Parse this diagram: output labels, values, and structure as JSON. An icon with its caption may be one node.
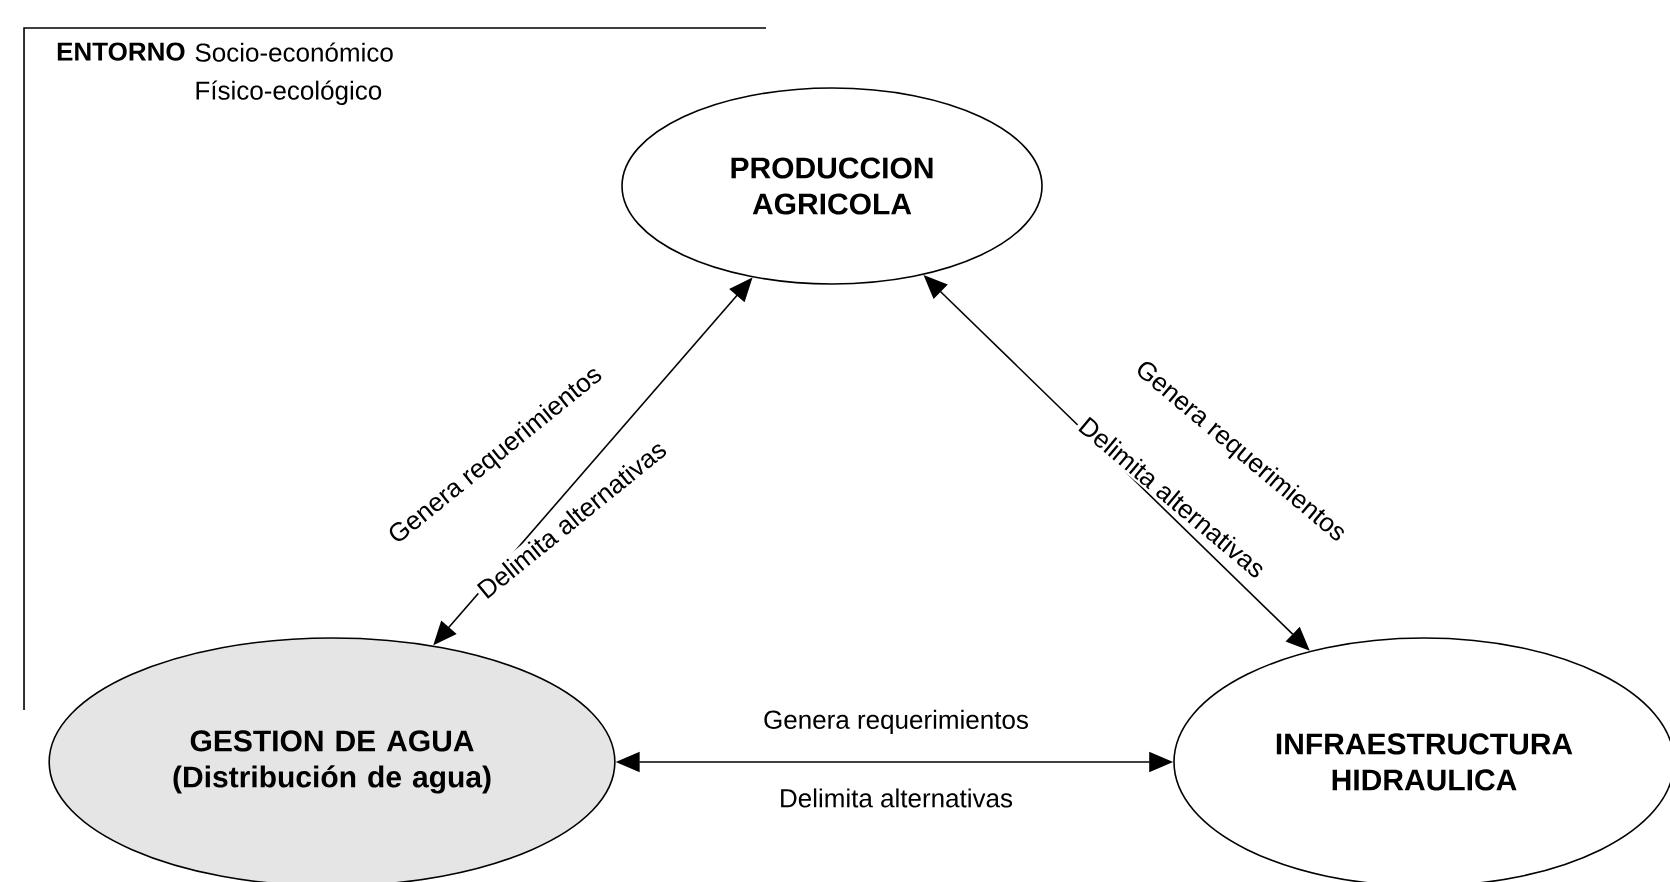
{
  "diagram": {
    "nodes": [
      {
        "text": [
          "PRODUCCION AGRICOLA"
        ]
      },
      {
        "text": [
          "GESTION DE AGUA",
          "(Distribución de agua)"
        ]
      },
      {
        "text": [
          "INFRAESTRUCTURA HIDRAULICA"
        ]
      }
    ],
    "edges": [
      {
        "from": 1,
        "to": 0,
        "arrow": "both",
        "label": "Genera requerimientos"
      },
      {
        "from": 0,
        "to": 2,
        "arrow": "both",
        "label": "Genera requerimientos"
      },
      {
        "from": 1,
        "to": 2,
        "arrow": "both",
        "label": "Genera requerimientos"
      }
    ],
    "labels": [
      "ENTORNO",
      "Socio-económico",
      "Físico-ecológico",
      "Delimita alternativas",
      "Delimita alternativas",
      "Delimita alternativas"
    ]
  }
}
